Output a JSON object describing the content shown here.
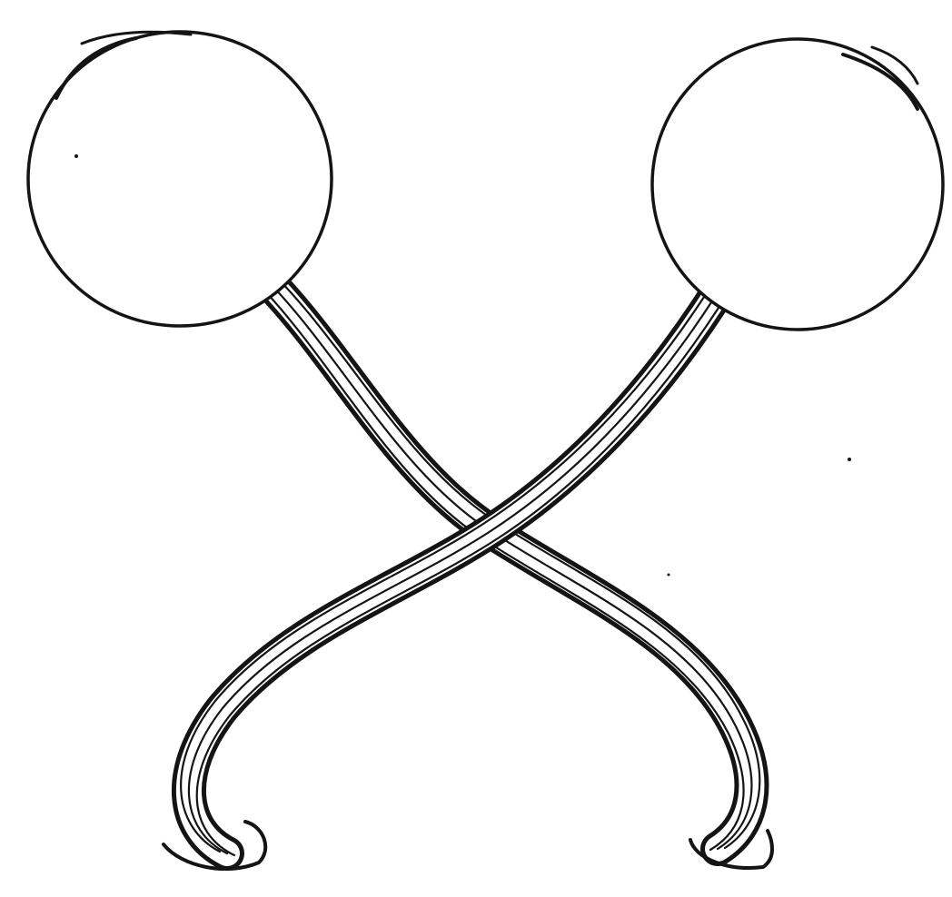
{
  "figure": {
    "parts": [
      {
        "name": "left-eyeball",
        "kind": "globe"
      },
      {
        "name": "right-eyeball",
        "kind": "globe"
      },
      {
        "name": "left-optic-nerve",
        "kind": "nerve"
      },
      {
        "name": "right-optic-nerve",
        "kind": "nerve"
      },
      {
        "name": "optic-chiasm",
        "kind": "crossing"
      },
      {
        "name": "left-optic-tract",
        "kind": "tract"
      },
      {
        "name": "right-optic-tract",
        "kind": "tract"
      }
    ],
    "colors": {
      "ink": "#141414",
      "paper": "#ffffff"
    }
  }
}
